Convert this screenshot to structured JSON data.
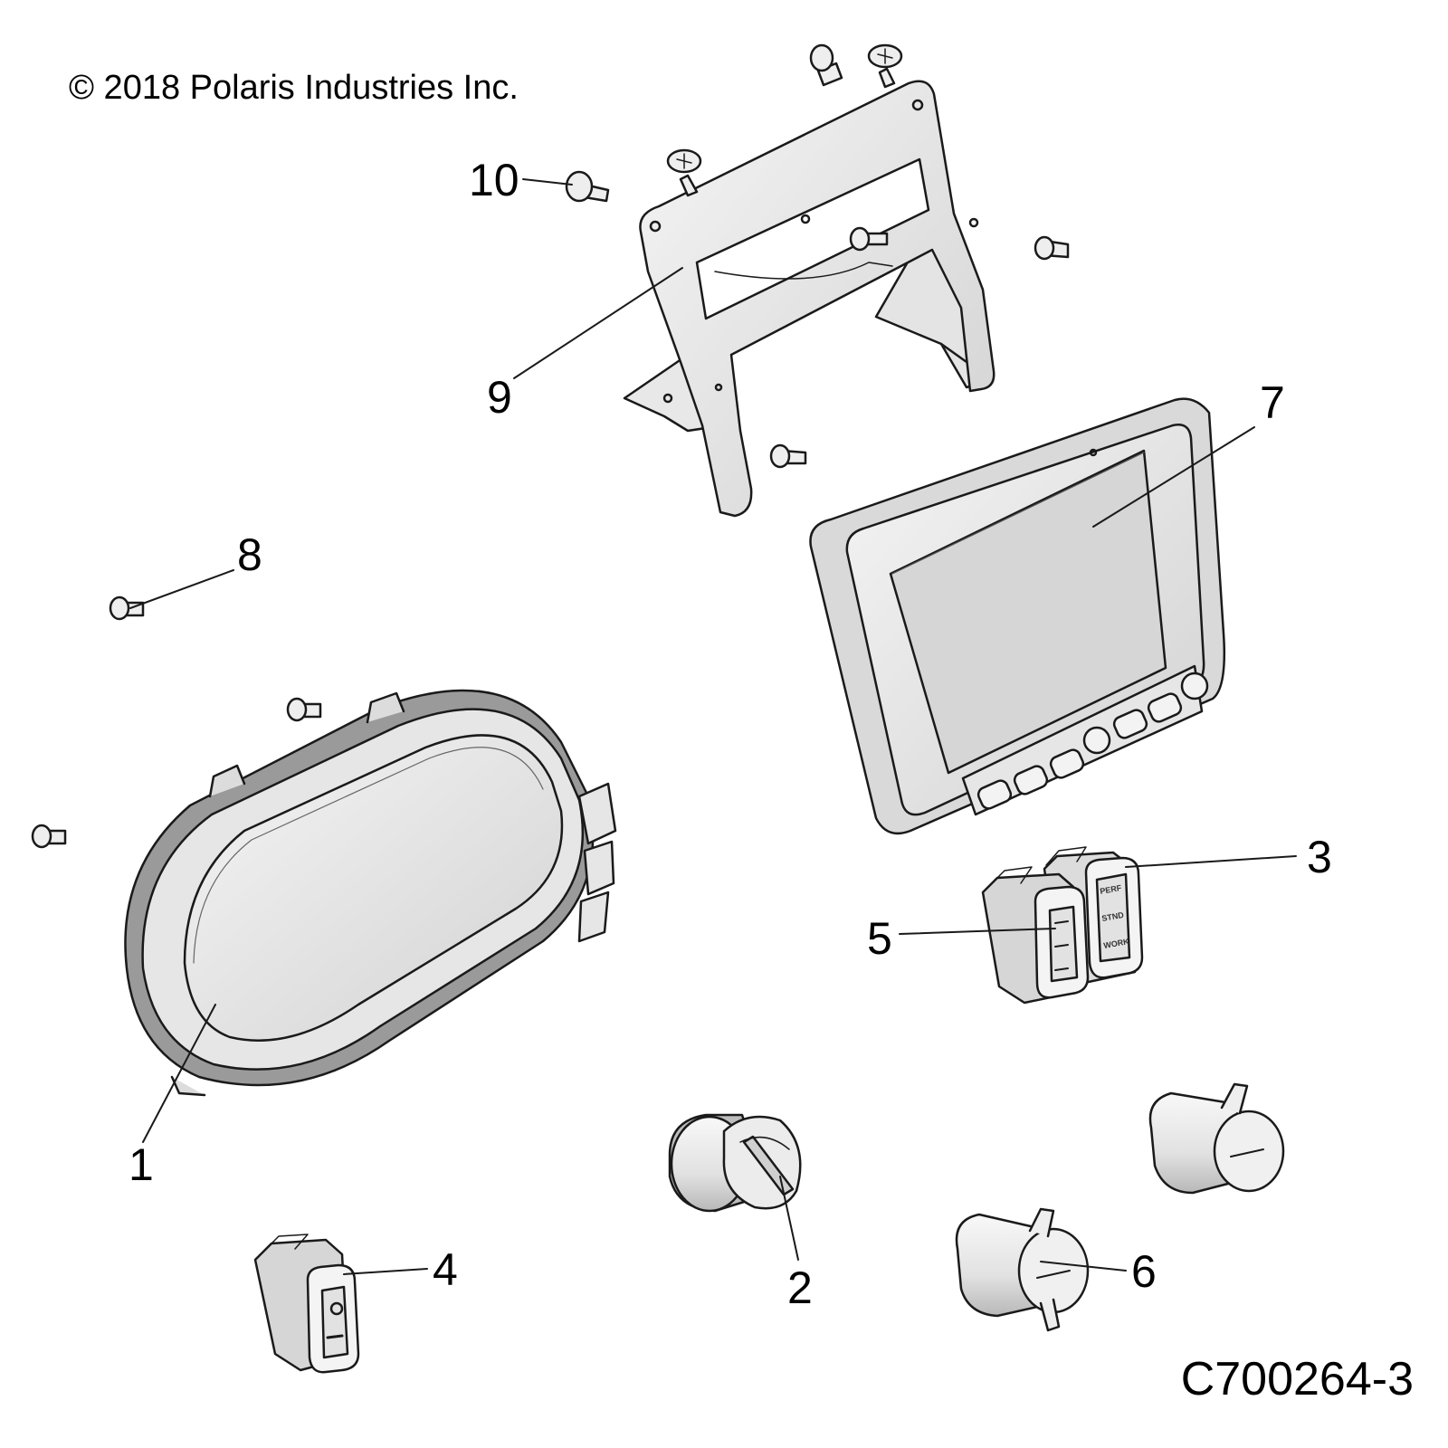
{
  "copyright": "© 2018 Polaris Industries Inc.",
  "drawing_id": "C700264-3",
  "callouts": {
    "c1": "1",
    "c2": "2",
    "c3": "3",
    "c4": "4",
    "c5": "5",
    "c6": "6",
    "c7": "7",
    "c8": "8",
    "c9": "9",
    "c10": "10"
  },
  "switch_labels": {
    "perf": "PERF",
    "stnd": "STND",
    "work": "WORK"
  },
  "colors": {
    "line": "#1a1a1a",
    "part_fill": "#ececec",
    "part_shade": "#cfcfcf",
    "dark_shade": "#8a8a8a"
  }
}
